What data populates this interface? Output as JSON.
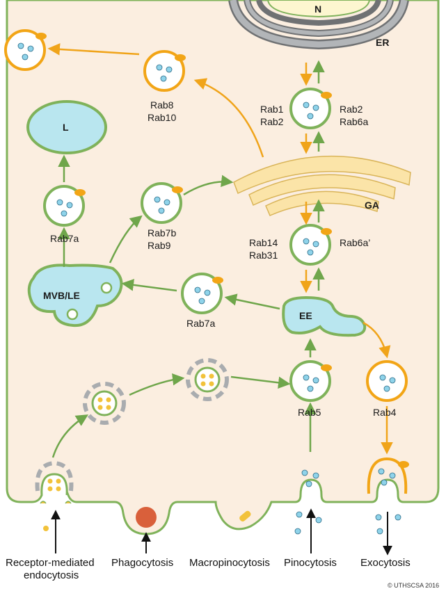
{
  "labels": {
    "nucleus": "N",
    "er": "ER",
    "golgi": "GA",
    "lysosome": "L",
    "mvb": "MVB/LE",
    "ee": "EE",
    "rab8": "Rab8",
    "rab10": "Rab10",
    "rab1": "Rab1",
    "rab2_left": "Rab2",
    "rab2_right": "Rab2",
    "rab6a": "Rab6a",
    "rab7a_top": "Rab7a",
    "rab7b": "Rab7b",
    "rab9": "Rab9",
    "rab14": "Rab14",
    "rab31": "Rab31",
    "rab6a_prime": "Rab6a’",
    "rab7a_mid": "Rab7a",
    "rab5": "Rab5",
    "rab4": "Rab4"
  },
  "processes": {
    "receptor_line1": "Receptor-mediated",
    "receptor_line2": "endocytosis",
    "phagocytosis": "Phagocytosis",
    "macropinocytosis": "Macropinocytosis",
    "pinocytosis": "Pinocytosis",
    "exocytosis": "Exocytosis"
  },
  "copyright": "© UTHSCSA 2016",
  "colors": {
    "cytoplasm": "#fbeee0",
    "membrane_green": "#7fb25a",
    "vesicle_fill": "#ffffff",
    "cargo_blue": "#8fd3ea",
    "tab_orange": "#f2a516",
    "organelle_blue": "#b9e6ef",
    "golgi_fill": "#fbe4a8",
    "er_gray": "#8d8f91",
    "phago_red": "#d9603b"
  }
}
